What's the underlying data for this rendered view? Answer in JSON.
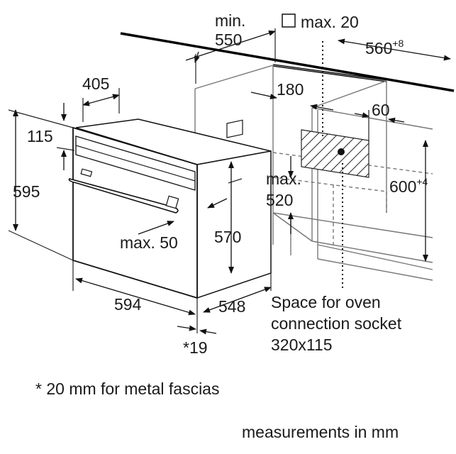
{
  "dimensions": {
    "min_label": "min.",
    "min_value": "550",
    "max20_label": "max. 20",
    "width_560": "560",
    "width_560_tol": "+8",
    "depth_405": "405",
    "val_180": "180",
    "val_60": "60",
    "val_115": "115",
    "height_595": "595",
    "max520_label": "max.",
    "max520_value": "520",
    "height_600": "600",
    "height_600_tol": "+4",
    "max50": "max. 50",
    "val_570": "570",
    "width_594": "594",
    "depth_548": "548",
    "val_19": "*19"
  },
  "socket": {
    "line1": "Space for oven",
    "line2": "connection socket",
    "line3": "320x115"
  },
  "notes": {
    "metal_fascias": "* 20 mm for metal fascias",
    "units": "measurements in mm"
  }
}
